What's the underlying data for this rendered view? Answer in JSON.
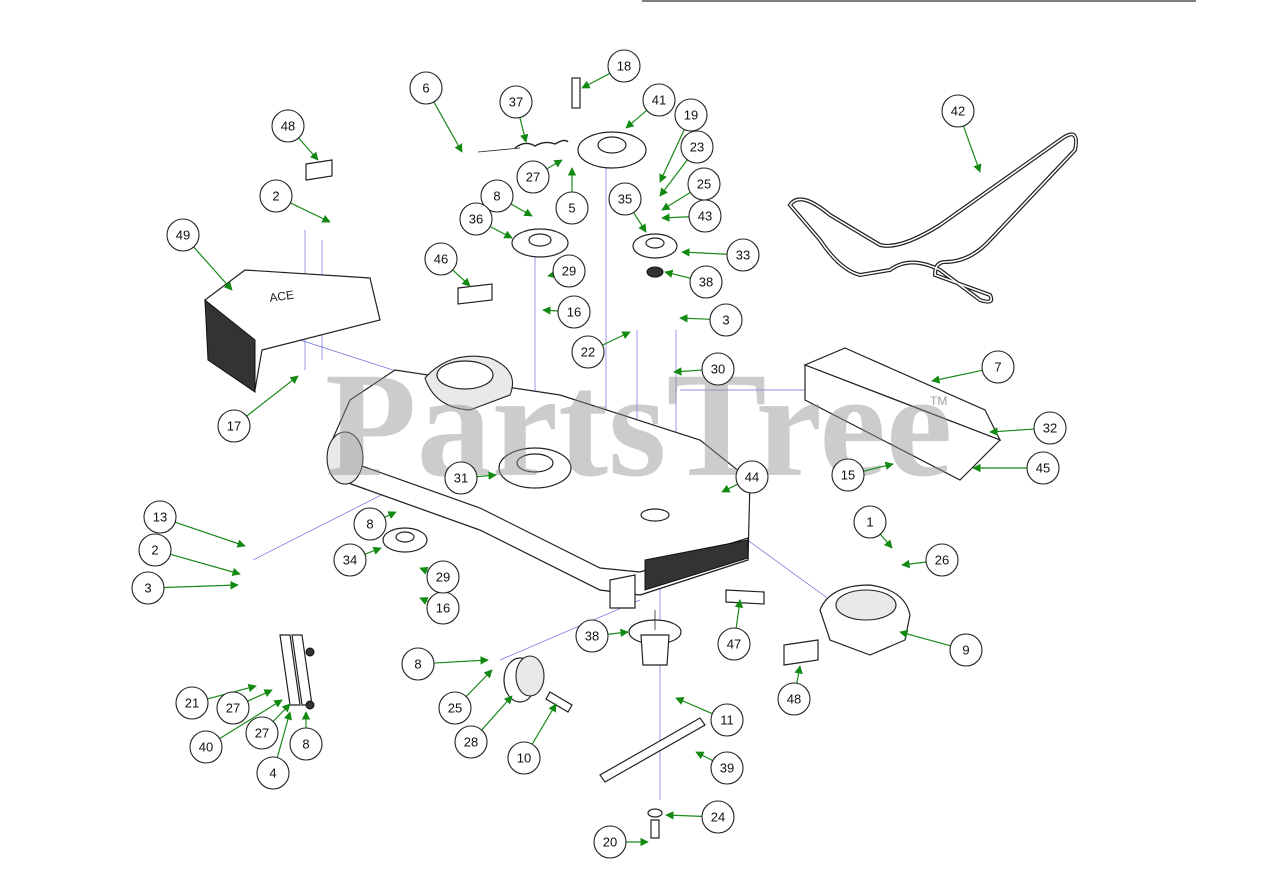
{
  "watermark": {
    "text": "PartsTree",
    "mark": "TM"
  },
  "decal_text": "ACE",
  "colors": {
    "leader": "#1a8a1a",
    "arrow": "#128a12",
    "projection": "#6b6be0",
    "watermark": "#8f8f8f"
  },
  "callouts": [
    {
      "n": "1"
    },
    {
      "n": "2"
    },
    {
      "n": "3"
    },
    {
      "n": "4"
    },
    {
      "n": "5"
    },
    {
      "n": "6"
    },
    {
      "n": "7"
    },
    {
      "n": "8"
    },
    {
      "n": "9"
    },
    {
      "n": "10"
    },
    {
      "n": "11"
    },
    {
      "n": "13"
    },
    {
      "n": "15"
    },
    {
      "n": "16"
    },
    {
      "n": "17"
    },
    {
      "n": "18"
    },
    {
      "n": "19"
    },
    {
      "n": "20"
    },
    {
      "n": "21"
    },
    {
      "n": "22"
    },
    {
      "n": "23"
    },
    {
      "n": "24"
    },
    {
      "n": "25"
    },
    {
      "n": "26"
    },
    {
      "n": "27"
    },
    {
      "n": "28"
    },
    {
      "n": "29"
    },
    {
      "n": "30"
    },
    {
      "n": "31"
    },
    {
      "n": "32"
    },
    {
      "n": "33"
    },
    {
      "n": "34"
    },
    {
      "n": "35"
    },
    {
      "n": "36"
    },
    {
      "n": "37"
    },
    {
      "n": "38"
    },
    {
      "n": "39"
    },
    {
      "n": "40"
    },
    {
      "n": "41"
    },
    {
      "n": "42"
    },
    {
      "n": "43"
    },
    {
      "n": "44"
    },
    {
      "n": "45"
    },
    {
      "n": "46"
    },
    {
      "n": "47"
    },
    {
      "n": "48"
    },
    {
      "n": "49"
    }
  ]
}
